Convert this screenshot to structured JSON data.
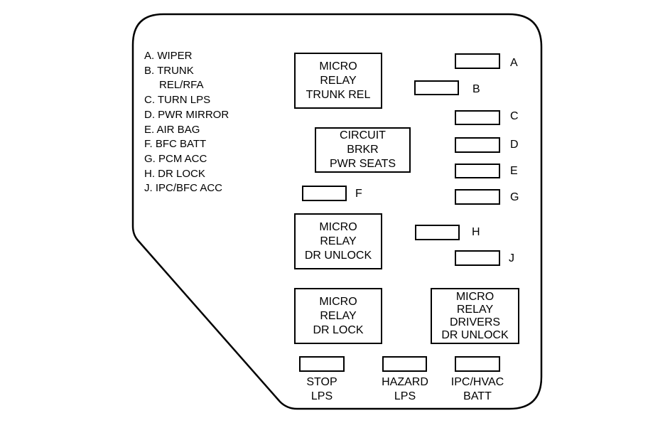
{
  "legend": [
    {
      "text": "A. WIPER",
      "indent": false
    },
    {
      "text": "B. TRUNK",
      "indent": false
    },
    {
      "text": "REL/RFA",
      "indent": true
    },
    {
      "text": "C. TURN LPS",
      "indent": false
    },
    {
      "text": "D. PWR MIRROR",
      "indent": false
    },
    {
      "text": "E. AIR BAG",
      "indent": false
    },
    {
      "text": "F. BFC BATT",
      "indent": false
    },
    {
      "text": "G. PCM ACC",
      "indent": false
    },
    {
      "text": "H. DR LOCK",
      "indent": false
    },
    {
      "text": "J. IPC/BFC ACC",
      "indent": false
    }
  ],
  "relays": {
    "trunk_rel": [
      "MICRO",
      "RELAY",
      "TRUNK REL"
    ],
    "circuit_brkr": [
      "CIRCUIT",
      "BRKR",
      "PWR SEATS"
    ],
    "dr_unlock": [
      "MICRO",
      "RELAY",
      "DR UNLOCK"
    ],
    "dr_lock": [
      "MICRO",
      "RELAY",
      "DR LOCK"
    ],
    "drivers_dr_unlock": [
      "MICRO",
      "RELAY",
      "DRIVERS",
      "DR UNLOCK"
    ]
  },
  "fuse_labels": {
    "A": "A",
    "B": "B",
    "C": "C",
    "D": "D",
    "E": "E",
    "F": "F",
    "G": "G",
    "H": "H",
    "J": "J"
  },
  "bottom_fuses": {
    "stop": [
      "STOP",
      "LPS"
    ],
    "hazard": [
      "HAZARD",
      "LPS"
    ],
    "ipc_hvac": [
      "IPC/HVAC",
      "BATT"
    ]
  }
}
